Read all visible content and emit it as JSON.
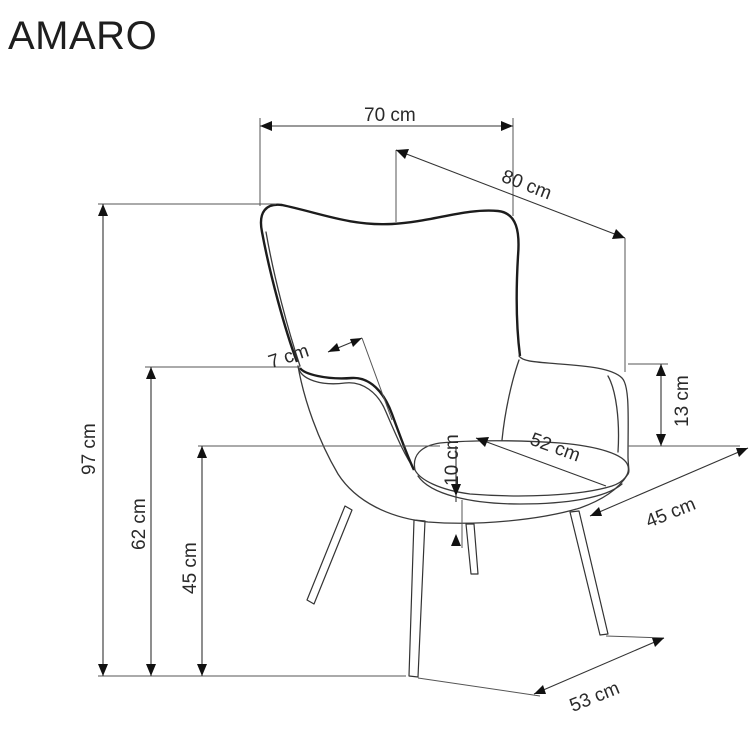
{
  "title": "AMARO",
  "dimensions": {
    "width_top": "70 cm",
    "depth_top": "80 cm",
    "wing_thickness": "7 cm",
    "armrest_height": "13 cm",
    "seat_depth": "52 cm",
    "cushion_thickness": "10 cm",
    "seat_width": "45 cm",
    "leg_span": "53 cm",
    "total_height": "97 cm",
    "arm_height": "62 cm",
    "seat_height": "45 cm"
  }
}
